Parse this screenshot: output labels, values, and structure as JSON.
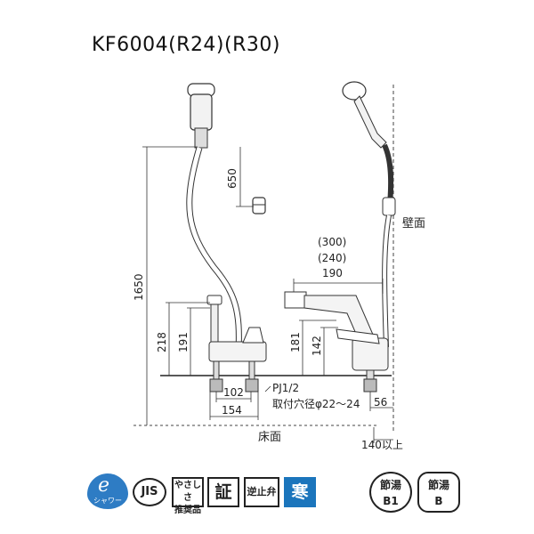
{
  "title": "KF6004(R24)(R30)",
  "labels": {
    "wall": "壁面",
    "floor": "床面",
    "pipe": "PJ1/2",
    "hole": "取付穴径φ22～24"
  },
  "dimensions": {
    "d650": "650",
    "d1650": "1650",
    "d218": "218",
    "d191": "191",
    "d181": "181",
    "d142": "142",
    "d102": "102",
    "d154": "154",
    "d300": "(300)",
    "d240": "(240)",
    "d190": "190",
    "d56": "56",
    "d140": "140以上"
  },
  "badges": {
    "ef_e": "e",
    "ef_sub": "シャワー",
    "jis": "JIS",
    "easy_line1": "やさしさ",
    "easy_line2": "推奨品",
    "cert": "証",
    "check_valve": "逆止弁",
    "cold": "寒",
    "eco_b1_top": "節湯",
    "eco_b1_bottom": "B1",
    "eco_b_top": "節湯",
    "eco_b_bottom": "B"
  }
}
